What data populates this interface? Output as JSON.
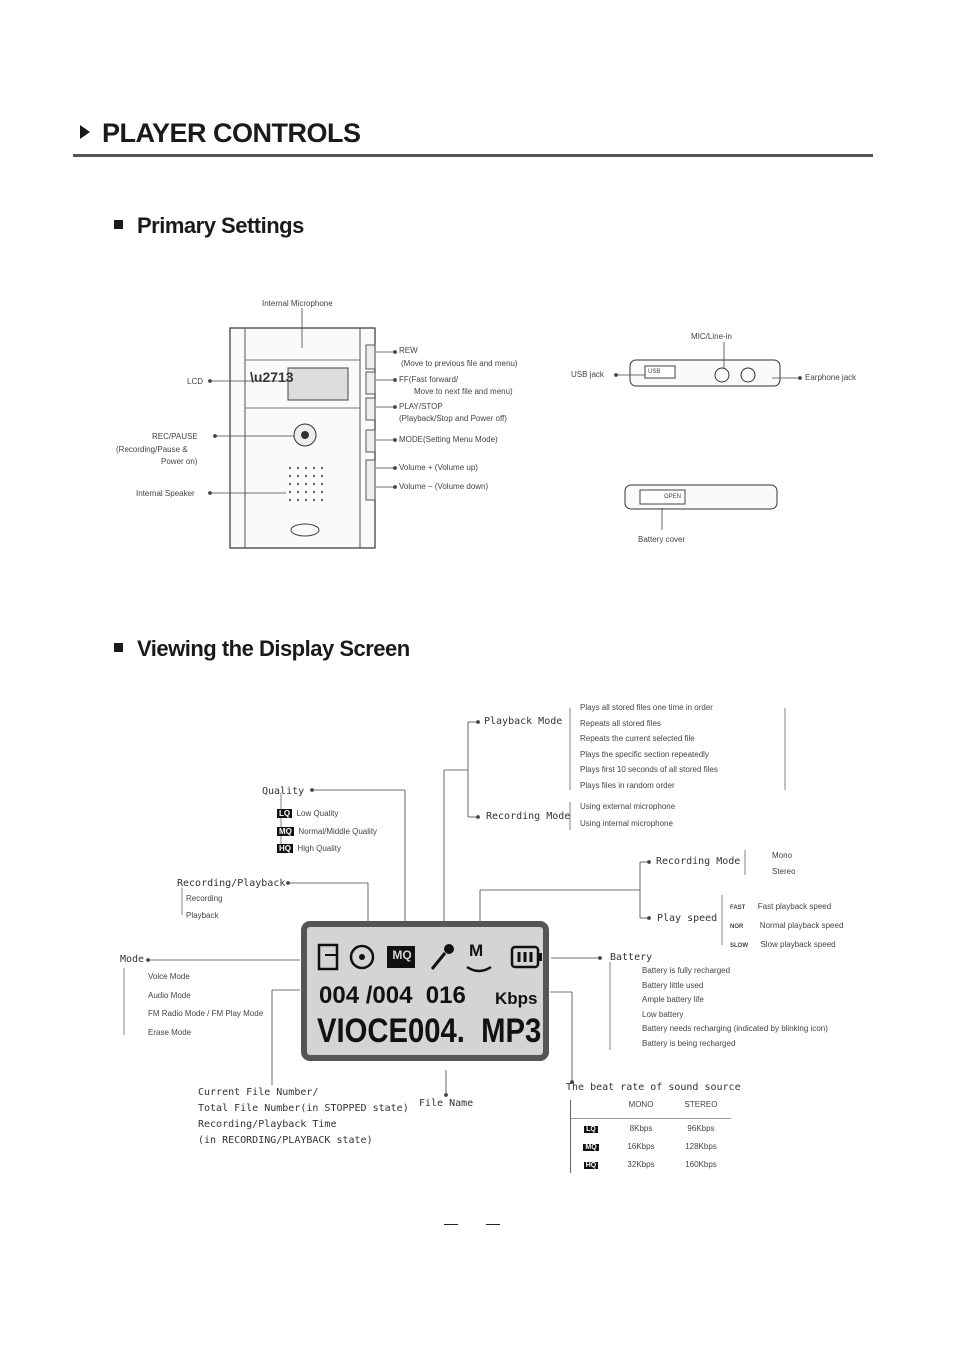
{
  "page": {
    "title": "PLAYER CONTROLS",
    "primary_heading": "Primary Settings",
    "display_heading": "Viewing the Display Screen"
  },
  "device": {
    "internal_microphone": "Internal Microphone",
    "lcd": "LCD",
    "rec_pause": "REC/PAUSE",
    "rec_pause_desc1": "(Recording/Pause &",
    "rec_pause_desc2": "Power on)",
    "internal_speaker": "Internal Speaker",
    "rew": "REW",
    "rew_desc": "(Move to previous file and menu)",
    "ff": "FF(Fast forward/",
    "ff_desc": "Move to next file and menu)",
    "play_stop": "PLAY/STOP",
    "play_stop_desc": "(Playback/Stop and Power off)",
    "mode": "MODE(Setting Menu Mode)",
    "vol_up": "Volume + (Volume up)",
    "vol_down": "Volume − (Volume down)",
    "mic_line_in": "MIC/Line-in",
    "usb_jack": "USB jack",
    "earphone_jack": "Earphone jack",
    "battery": "Battery cover",
    "usb_port": "USB",
    "open": "OPEN"
  },
  "display": {
    "lcd_line2": "004 /004  016",
    "lcd_kbps": "Kbps",
    "lcd_line3": "VIOCE004.  MP3",
    "mq_badge": "MQ",
    "m_badge": "M",
    "playback_mode": "Playback Mode",
    "playback_items": [
      "Plays all stored files one time in order",
      "Repeats all stored files",
      "Repeats the current selected file",
      "Plays the specific section repeatedly",
      "Plays first 10 seconds of all stored files",
      "Plays files in random order"
    ],
    "recording_mode_top": "Recording Mode",
    "recording_mode_items": [
      "Using external microphone",
      "Using internal microphone"
    ],
    "quality": "Quality",
    "quality_items": [
      "Low Quality",
      "Normal/Middle Quality",
      "High Quality"
    ],
    "quality_badges": [
      "LQ",
      "MQ",
      "HQ"
    ],
    "rec_play": "Recording/Playback",
    "rec_play_items": [
      "Recording",
      "Playback"
    ],
    "recording_mode_right": "Recording Mode",
    "mono": "Mono",
    "stereo": "Stereo",
    "play_speed": "Play speed",
    "play_speed_items": [
      "Fast playback speed",
      "Normal playback speed",
      "Slow playback speed"
    ],
    "speed_tags": [
      "FAST",
      "NOR",
      "SLOW"
    ],
    "mode": "Mode",
    "mode_items": [
      "Voice Mode",
      "Audio Mode",
      "FM Radio Mode / FM Play Mode",
      "Erase Mode"
    ],
    "battery": "Battery",
    "battery_items": [
      "Battery is fully recharged",
      "Battery little used",
      "Ample battery life",
      "Low battery",
      "Battery needs recharging (indicated by blinking icon)",
      "Battery is being recharged"
    ],
    "file_number_lines": [
      "Current File Number/",
      "Total File Number(in STOPPED state)",
      "Recording/Playback Time",
      "(in RECORDING/PLAYBACK state)"
    ],
    "file_name": "File Name",
    "bitrate_title": "The beat rate of sound source",
    "bitrate_headers": [
      "MONO",
      "STEREO"
    ],
    "bitrate_rows": [
      {
        "q": "LQ",
        "mono": "8Kbps",
        "stereo": "96Kbps"
      },
      {
        "q": "MQ",
        "mono": "16Kbps",
        "stereo": "128Kbps"
      },
      {
        "q": "HQ",
        "mono": "32Kbps",
        "stereo": "160Kbps"
      }
    ]
  }
}
